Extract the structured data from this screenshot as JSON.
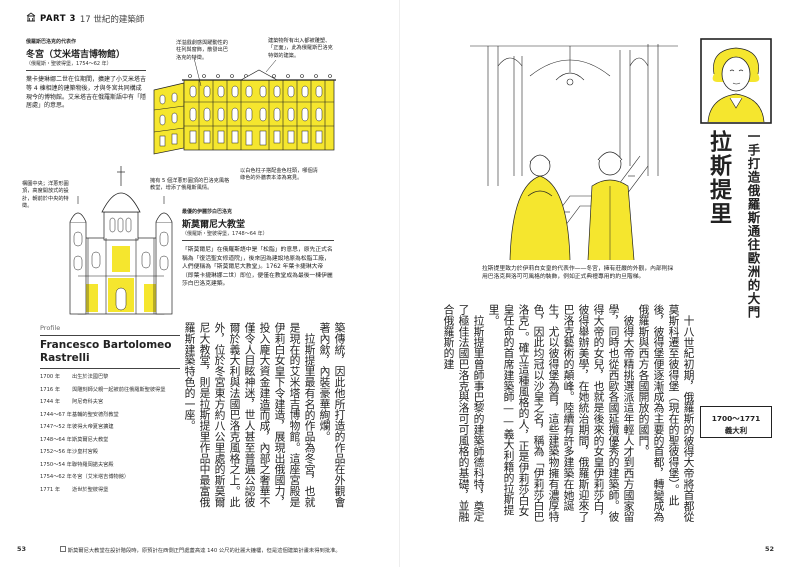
{
  "header": {
    "part": "PART 3",
    "chapter": "17 世紀的建築師"
  },
  "winter_palace": {
    "label": "俄羅斯巴洛克的代表作",
    "title": "冬宮（艾米塔吉博物館）",
    "meta": "（俄羅斯・聖彼得堡，1754～62 年）",
    "body": "葉卡捷琳娜二世在位期間，擴建了小艾米塔吉等 4 棟相連的建築物後，才與冬宮共同構成現今的博物館。艾米塔吉在俄羅斯語中有「隱居處」的意思。"
  },
  "palace_notes": {
    "windows": "洋溢戲劇感與躍動性的柱列與窗飾，散發出巴洛克的特徵。",
    "roof": "建築物所有出入都被雕塑、「正面」，此為俄羅斯巴洛克特徵的建築。",
    "colors": "以白色柱子搭配金色柱頭，哪個清綠色的外牆表本漆為寫見。"
  },
  "smolny_notes": {
    "domes": "構圖中央；洋蔥形圓頂，高度開放式的設計，朝前於中央的特徵。",
    "tower": "擁有 5 個洋蔥形圓頂的巴洛克風格教堂，增添了俄羅斯風情。"
  },
  "smolny": {
    "label": "最優的伊麗莎白巴洛克",
    "title": "斯莫爾尼大教堂",
    "meta": "（俄羅斯・聖彼得堡，1748～64 年）",
    "body": "「斯莫爾尼」在俄羅斯語中是「松脂」的意思，原先正式名稱為「復活聖女修道院」，後來因為建設地原為松脂工廠，人們便稱為「斯莫爾尼大教堂」。1762 年葉卡捷琳大帝（即葉卡捷琳娜二世）即位，便僅在教堂成為最後一棟伊麗莎白巴洛克建築。"
  },
  "stair_caption": "拉斯提里致力於伊莉白女皇的代表作——冬宮，擁有莊嚴的外觀，內部則採用巴洛克與洛可可風格的裝飾，例如正式典禮專用的約旦階梯。",
  "profile": {
    "label": "Profile",
    "name": "Francesco Bartolomeo Rastrelli",
    "timeline": [
      {
        "year": "1700 年",
        "event": "出生於法國巴黎"
      },
      {
        "year": "1716 年",
        "event": "與雕刻師父親一起被前往俄羅斯聖彼得堡"
      },
      {
        "year": "1744 年",
        "event": "阿尼奇科夫宮"
      },
      {
        "year": "1744～67 年",
        "event": "基輔的聖安德烈教堂"
      },
      {
        "year": "1747～52 年",
        "event": "彼得大帝夏宮擴建"
      },
      {
        "year": "1748～64 年",
        "event": "斯莫爾尼大教堂"
      },
      {
        "year": "1752～56 年",
        "event": "沙皇村宮殿"
      },
      {
        "year": "1750～54 年",
        "event": "聯特羅岡諾夫宮殿"
      },
      {
        "year": "1754～62 年",
        "event": "冬宮（艾米塔吉博物館）"
      },
      {
        "year": "1771 年",
        "event": "逝世於聖彼得堡"
      }
    ]
  },
  "left_columns": [
    "築傳統，因此他所打造的作品在外觀會著內歛，內裝豪華絢爛。",
    "拉斯提里最有名的作品為冬宮，也就是現在的艾米塔吉博物館。這座宮殿是伊莉白女皇下令建造，展現出俄國力，投入龐大資金建造而成，內部之奢華不僅令人目眩神迷，世人甚至普遍公認彼爾於義大利與法國巴洛克風格之上。此外，位於冬宮東方約八公里處的斯莫爾尼大教堂，則是拉斯提里作品中最富俄羅斯建築特色的一座。"
  ],
  "right_columns": [
    "十八世紀初期，俄羅斯的彼得大帝將首都從莫斯科遷至彼得堡（現在的聖彼得堡）。此後，彼得堡便逐漸成為主要的首都，轉變成為俄羅斯與西方各國開放的國門。",
    "彼得大帝精挑選派這年輕人才到西方國家留學，同時也從西歐各國延攬優秀的建築師。彼得大帝的女兒，也就是後來的女皇伊莉莎白，彼得舉辦美學，在她統治期間，俄羅斯迎來了巴洛克藝術的顛峰。陸續有許多建築在她誕生，尤以彼得堡為首，這些建築物擁有濃厚特色，因此均冠以沙皇之名，稱為「伊莉莎白巴洛克」。確立這種風格的人，正是伊莉莎白女皇任命的首席建築師——義大利籍的拉斯提里。",
    "拉斯提里曾師事巴黎的建築師德科特，奠定了極佳法國巴洛克與洛可可風格的基礎，並融合俄羅斯的建"
  ],
  "side": {
    "name": "拉斯提里",
    "tagline": "一手打造俄羅斯通往歐洲的大門",
    "years": "1700～1771",
    "nationality": "義大利"
  },
  "footer": {
    "page_left": "53",
    "page_right": "52",
    "footnote": "斯莫爾尼大教堂在設計階段時，原預計在西側正門處蓋高達 140 公尺的壯麗大鐘樓，但是這個建築計畫未得到批准。"
  },
  "colors": {
    "accent": "#f5e62e",
    "ink": "#222222"
  }
}
